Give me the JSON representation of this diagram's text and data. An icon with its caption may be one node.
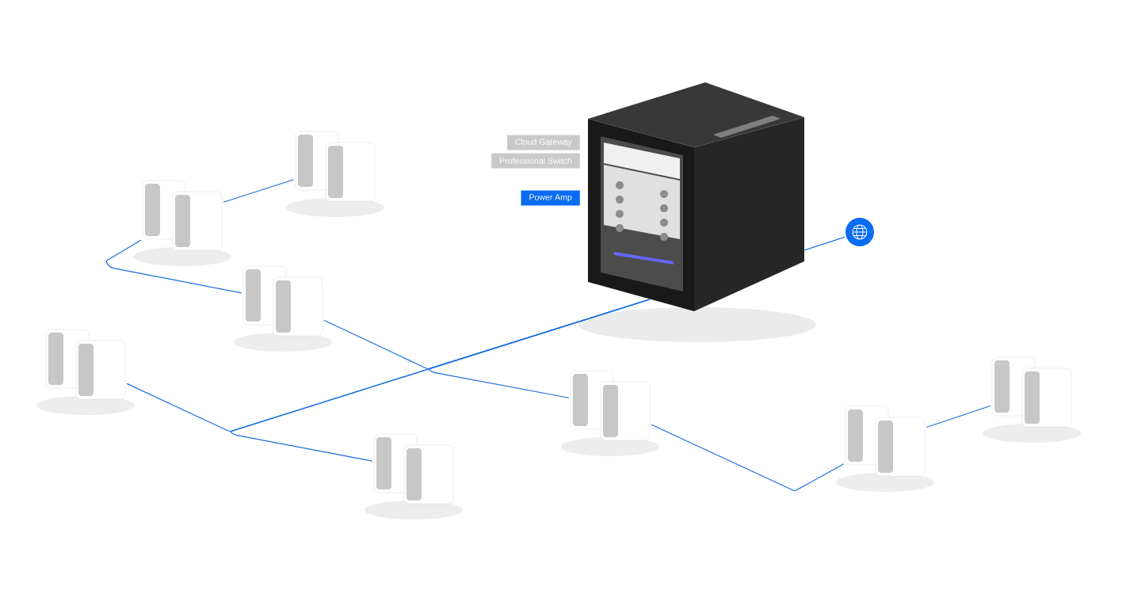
{
  "diagram": {
    "nodes": [
      {
        "text": [
          "Cloud Gateway"
        ]
      },
      {
        "text": [
          "Professional Switch"
        ]
      },
      {
        "text": [
          "Power Amp"
        ]
      },
      {
        "text": [],
        "shape": "picture"
      },
      {
        "text": [],
        "shape": "picture"
      },
      {
        "text": [],
        "shape": "picture"
      },
      {
        "text": [],
        "shape": "picture"
      },
      {
        "text": [],
        "shape": "picture"
      },
      {
        "text": [],
        "shape": "picture"
      },
      {
        "text": [],
        "shape": "picture"
      },
      {
        "text": [],
        "shape": "picture"
      },
      {
        "text": [],
        "shape": "picture"
      },
      {
        "text": [],
        "shape": "picture"
      }
    ],
    "edges": [
      {
        "from": 3,
        "to": 4,
        "arrow": "none"
      },
      {
        "from": 3,
        "to": 8,
        "arrow": "none"
      },
      {
        "from": 3,
        "to": 10,
        "arrow": "none"
      },
      {
        "from": 3,
        "to": 7,
        "arrow": "none"
      },
      {
        "from": 3,
        "to": 9,
        "arrow": "none"
      },
      {
        "from": 6,
        "to": 5,
        "arrow": "none"
      },
      {
        "from": 6,
        "to": 7,
        "arrow": "none"
      },
      {
        "from": 9,
        "to": 12,
        "arrow": "none"
      },
      {
        "from": 12,
        "to": 11,
        "arrow": "none"
      }
    ]
  }
}
